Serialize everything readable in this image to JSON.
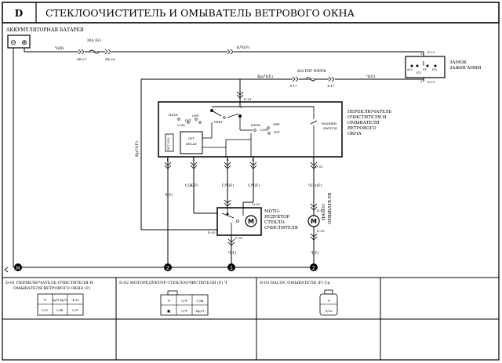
{
  "header": {
    "section": "D",
    "title": "СТЕКЛООЧИСТИТЕЛЬ И ОМЫВАТЕЛЬ ВЕТРОВОГО ОКНА"
  },
  "battery": {
    "label": "АККУМУЛЯТОРНАЯ БАТАРЕЯ",
    "minus": "⊖",
    "plus": "⊕"
  },
  "fuse1": {
    "rating": "30A IG1",
    "conn_left": "ZB-07",
    "conn_right": "ZB-04"
  },
  "wire_top_left": "Ч(R)",
  "wire_top_right": "Б/Ч(F)",
  "ignition": {
    "label_line1": "ЗАМОК",
    "label_line2": "ЗАЖИГАНИЯ",
    "conn_top": "X-29",
    "conn_bottom": "X-29",
    "pin_top": "3",
    "pin_bottom": "2",
    "positions": [
      "ACC",
      "IG1",
      "ST",
      "IG2"
    ]
  },
  "fuse2": {
    "rating": "20A FRT WIPER",
    "conn_left": "X-17",
    "conn_right": "X-17"
  },
  "wire_fuse2_left": "Кр/Ч(F)",
  "wire_fuse2_right": "Ч(F)",
  "switch": {
    "label": [
      "ПЕРЕКЛЮЧАТЕЛЬ",
      "ОЧИСТИТЕЛЯ И",
      "ОМЫВАТЕЛЯ",
      "ВЕТРОВОГО",
      "ОКНА"
    ],
    "conn": "D-01",
    "pin_top": "2",
    "pins_bottom": [
      "1",
      "3",
      "8",
      "4",
      "7"
    ],
    "pos_left": [
      "HIGH",
      "LOW",
      "INT",
      "OFF",
      "MIST"
    ],
    "pos_right": [
      "HIGH",
      "LOW",
      "OFF",
      "INT"
    ],
    "washer": [
      "WASHER",
      "SWITCH"
    ],
    "relay": [
      "INT",
      "RELAY"
    ],
    "int_vol": "INT VOL"
  },
  "wires_mid": [
    "Ч(F)",
    "С/Ж(F)",
    "С/Ч(F)",
    "С/Ч(F)",
    "Ч/Зл(F)"
  ],
  "wire_left_vertical": "Кр/Ч(F)",
  "motor": {
    "label": [
      "МОТО-",
      "РЕДУКТОР",
      "СТЕКЛО-",
      "ОЧИСТИТЕЛЯ"
    ],
    "conn_top": "D-02",
    "conn_left": "D-02",
    "conn_bottom": "D-02",
    "symbol": "M"
  },
  "pump": {
    "label": [
      "НАСОС",
      "ОМЫВАТЕЛЯ"
    ],
    "conn_top": "D-03",
    "conn_bottom": "D-03",
    "symbol": "M"
  },
  "wire_motor_ground": "Ч(F)",
  "wire_pump_ground": "Ч(F)",
  "grounds": [
    "M",
    "2",
    "1",
    "2"
  ],
  "connectors": [
    {
      "title": [
        "D-01 ПЕРЕКЛЮЧАТЕЛЬ ОЧИСТИТЕЛЯ И",
        "ОМЫВАТЕЛЯ ВЕТРОВОГО ОКНА (F)"
      ],
      "cells": [
        "Ч",
        "Кр/Ч Кр/Ч",
        "Ч/Зл",
        "С/Ч",
        "С/Ж",
        "С/Ч"
      ]
    },
    {
      "title": [
        "D-02 МОТОРЕДУКТОР СТЕКЛООЧИСТИТЕЛЯ (F) Ч"
      ],
      "cells": [
        "Ч",
        "С/Ч",
        "С/Ж",
        "■",
        "С/Ч",
        "Кр/Ч"
      ]
    },
    {
      "title": [
        "D-03 НАСОС ОМЫВАТЕЛЯ (F) Ср"
      ],
      "cells": [
        "Ч",
        "Ч/Зл"
      ]
    }
  ]
}
